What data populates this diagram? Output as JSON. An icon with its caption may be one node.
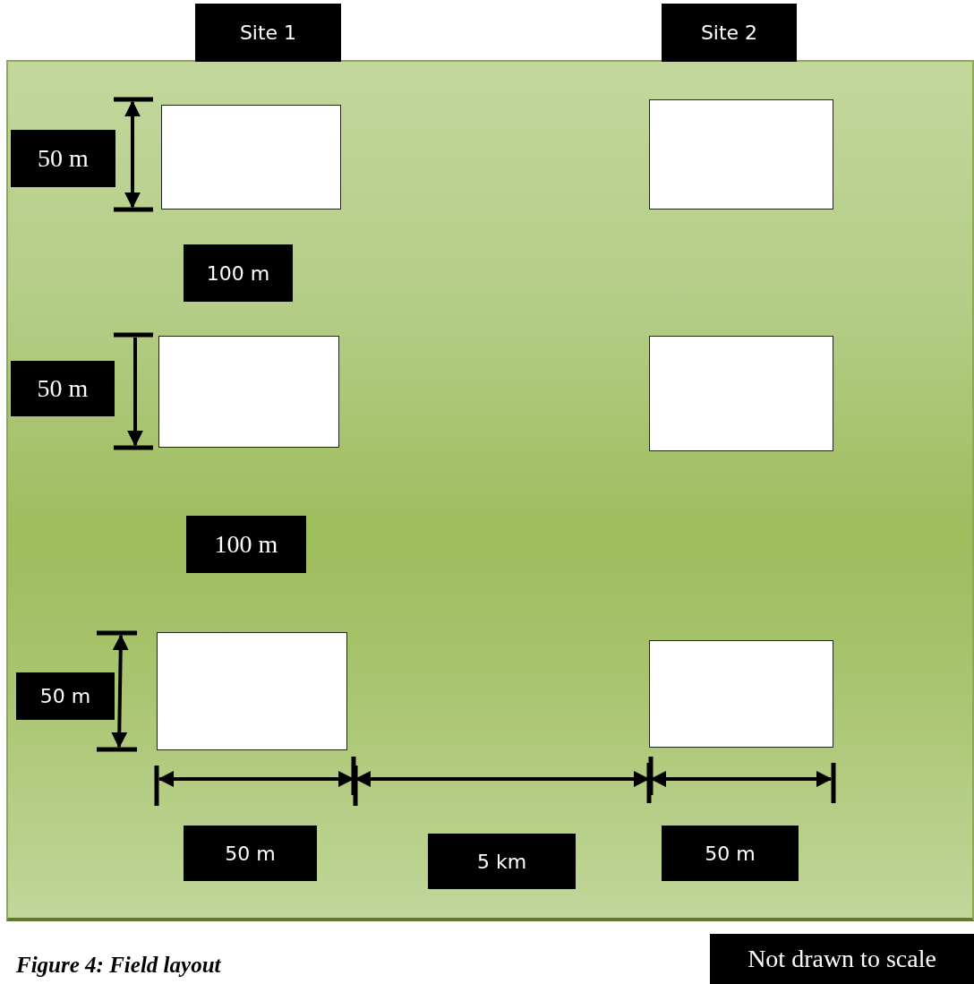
{
  "diagram": {
    "caption": "Figure 4: Field layout",
    "nodes": [
      {
        "text": [],
        "shape": "box"
      },
      {
        "text": [],
        "shape": "box"
      },
      {
        "text": [],
        "shape": "box"
      },
      {
        "text": [],
        "shape": "box"
      },
      {
        "text": [],
        "shape": "box"
      },
      {
        "text": [],
        "shape": "box"
      }
    ],
    "labels": [
      "Site 1",
      "Site 2",
      "50 m",
      "100 m",
      "50 m",
      "100 m",
      "50 m",
      "50 m",
      "5 km",
      "50 m",
      "Not drawn to scale"
    ]
  }
}
